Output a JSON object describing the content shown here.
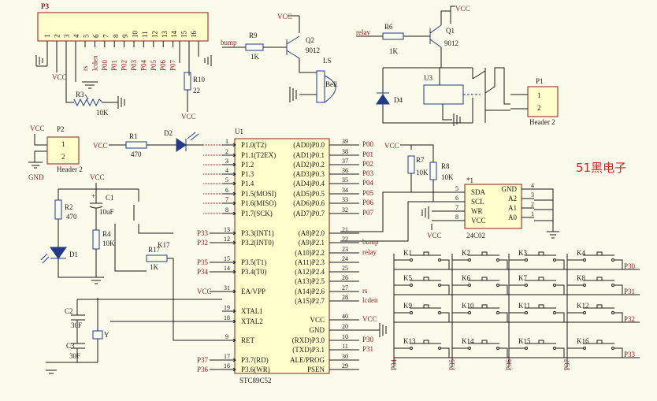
{
  "brand": "51黑电子",
  "vcc": "VCC",
  "gnd": "GND",
  "p3": {
    "ref": "P3",
    "pins": [
      "1",
      "2",
      "3",
      "4",
      "5",
      "6",
      "7",
      "8",
      "9",
      "10",
      "11",
      "12",
      "13",
      "14",
      "15",
      "16"
    ],
    "nets": [
      "rs",
      "lcden",
      "P00",
      "P01",
      "P02",
      "P03",
      "P04",
      "P05",
      "P06",
      "P07"
    ]
  },
  "r3": {
    "ref": "R3",
    "value": "10K"
  },
  "r10": {
    "ref": "R10",
    "value": "22"
  },
  "r9": {
    "ref": "R9",
    "value": "1K"
  },
  "q2": {
    "ref": "Q2",
    "value": "9012"
  },
  "ls": {
    "ref": "LS",
    "value": "Bell"
  },
  "bump": "bump",
  "relay": "relay",
  "r6": {
    "ref": "R6",
    "value": "1K"
  },
  "q1": {
    "ref": "Q1",
    "value": "9012"
  },
  "u3": "U3",
  "d4": "D4",
  "p1": {
    "ref": "P1",
    "pins": [
      "1",
      "2"
    ],
    "name": "Header 2"
  },
  "p2": {
    "ref": "P2",
    "pins": [
      "1",
      "2"
    ],
    "name": "Header 2"
  },
  "r1": {
    "ref": "R1",
    "value": "470"
  },
  "d2": "D2",
  "r2": {
    "ref": "R2",
    "value": "470"
  },
  "c1": {
    "ref": "C1",
    "value": "10uF",
    "plus": "+"
  },
  "r4": {
    "ref": "R4",
    "value": "10K"
  },
  "d1": "D1",
  "r17": {
    "ref": "R17",
    "value": "1K"
  },
  "k17": "K17",
  "c2": {
    "ref": "C2",
    "value": "30F"
  },
  "c3": {
    "ref": "C3",
    "value": "30F"
  },
  "y": "Y",
  "u1": {
    "ref": "U1",
    "name": "STC89C52",
    "left": [
      {
        "pin": "1",
        "name": "P1.0(T2)",
        "net": ""
      },
      {
        "pin": "2",
        "name": "P1.1(T2EX)",
        "net": ""
      },
      {
        "pin": "3",
        "name": "P1.2",
        "net": ""
      },
      {
        "pin": "4",
        "name": "P1.3",
        "net": ""
      },
      {
        "pin": "5",
        "name": "P1.4",
        "net": ""
      },
      {
        "pin": "6",
        "name": "P1.5(MOSI)",
        "net": ""
      },
      {
        "pin": "7",
        "name": "P1.6(MISO)",
        "net": ""
      },
      {
        "pin": "8",
        "name": "P1.7(SCK)",
        "net": ""
      },
      {
        "pin": "13",
        "name": "P3.3(INT1)",
        "net": "P33"
      },
      {
        "pin": "12",
        "name": "P3.2(INT0)",
        "net": "P32"
      },
      {
        "pin": "15",
        "name": "P3.5(T1)",
        "net": "P35"
      },
      {
        "pin": "14",
        "name": "P3.4(T0)",
        "net": "P34"
      },
      {
        "pin": "31",
        "name": "EA/VPP",
        "net": "VCC"
      },
      {
        "pin": "19",
        "name": "XTAL1",
        "net": ""
      },
      {
        "pin": "18",
        "name": "XTAL2",
        "net": ""
      },
      {
        "pin": "9",
        "name": "RET",
        "net": ""
      },
      {
        "pin": "17",
        "name": "P3.7(RD)",
        "net": "P37"
      },
      {
        "pin": "16",
        "name": "P3.6(WR)",
        "net": "P36"
      }
    ],
    "right": [
      {
        "pin": "39",
        "name": "(AD0)P0.0",
        "net": "P00"
      },
      {
        "pin": "38",
        "name": "(AD1)P0.1",
        "net": "P01"
      },
      {
        "pin": "37",
        "name": "(AD2)P0.2",
        "net": "P02"
      },
      {
        "pin": "36",
        "name": "(AD3)P0.3",
        "net": "P03"
      },
      {
        "pin": "35",
        "name": "(AD4)P0.4",
        "net": "P04"
      },
      {
        "pin": "34",
        "name": "(AD5)P0.5",
        "net": "P05"
      },
      {
        "pin": "33",
        "name": "(AD6)P0.6",
        "net": "P06"
      },
      {
        "pin": "32",
        "name": "(AD7)P0.7",
        "net": "P07"
      },
      {
        "pin": "21",
        "name": "(A8)P2.0",
        "net": ""
      },
      {
        "pin": "22",
        "name": "(A9)P2.1",
        "net": "bump"
      },
      {
        "pin": "23",
        "name": "(A10)P2.2",
        "net": "relay"
      },
      {
        "pin": "24",
        "name": "(A11)P2.3",
        "net": ""
      },
      {
        "pin": "25",
        "name": "(A12)P2.4",
        "net": ""
      },
      {
        "pin": "26",
        "name": "(A13)P2.5",
        "net": ""
      },
      {
        "pin": "27",
        "name": "(A14)P2.6",
        "net": "rs"
      },
      {
        "pin": "28",
        "name": "(A15)P2.7",
        "net": "lcden"
      },
      {
        "pin": "40",
        "name": "VCC",
        "net": "VCC"
      },
      {
        "pin": "20",
        "name": "GND",
        "net": ""
      },
      {
        "pin": "10",
        "name": "(RXD)P3.0",
        "net": "P30"
      },
      {
        "pin": "11",
        "name": "(TXD)P3.1",
        "net": "P31"
      },
      {
        "pin": "30",
        "name": "ALE/PROG",
        "net": ""
      },
      {
        "pin": "29",
        "name": "PSEN",
        "net": ""
      }
    ]
  },
  "r7": {
    "ref": "R7",
    "value": "10K"
  },
  "r8": {
    "ref": "R8",
    "value": "10K"
  },
  "eeprom": {
    "ref": "24C02",
    "mark": "*1",
    "left": [
      {
        "pin": "5",
        "name": "SDA"
      },
      {
        "pin": "6",
        "name": "SCL"
      },
      {
        "pin": "7",
        "name": "WR"
      },
      {
        "pin": "8",
        "name": "VCC"
      }
    ],
    "right": [
      {
        "pin": "4",
        "name": "GND"
      },
      {
        "pin": "3",
        "name": "A2"
      },
      {
        "pin": "2",
        "name": "A1"
      },
      {
        "pin": "1",
        "name": "A0"
      }
    ]
  },
  "keys": [
    "K1",
    "K2",
    "K3",
    "K4",
    "K5",
    "K6",
    "K7",
    "K8",
    "K9",
    "K10",
    "K11",
    "K12",
    "K13",
    "K14",
    "K15",
    "K16"
  ],
  "rows": [
    "P30",
    "P31",
    "P32",
    "P33"
  ],
  "cols": [
    "P34",
    "P35",
    "P36",
    "P37"
  ]
}
